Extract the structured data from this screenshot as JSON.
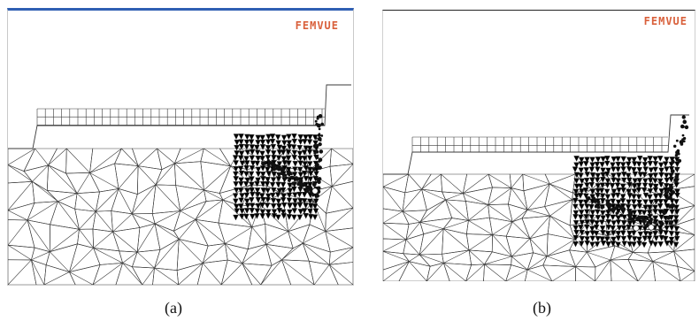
{
  "figure": {
    "panels": [
      {
        "id": "a",
        "logo": "FEMVUE",
        "caption": "(a)"
      },
      {
        "id": "b",
        "logo": "FEMVUE",
        "caption": "(b)"
      }
    ],
    "colors": {
      "mesh": "#3a3a3a",
      "logo": "#d9603b",
      "frame_top_a": "#2f5fb3",
      "crack": "#111111"
    }
  }
}
